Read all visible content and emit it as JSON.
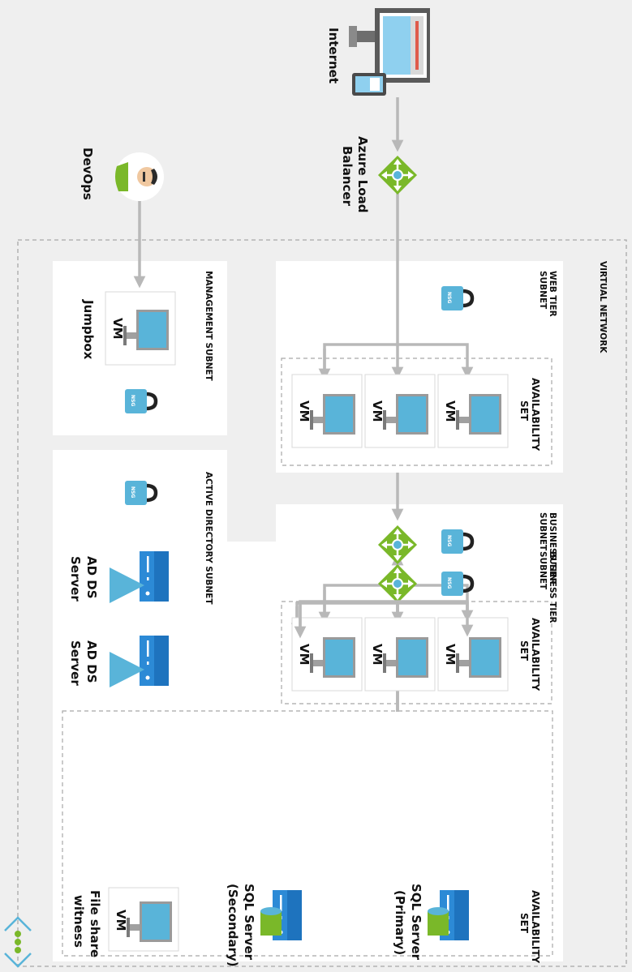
{
  "internet": {
    "label": "Internet"
  },
  "load_balancer": {
    "line1": "Azure Load",
    "line2": "Balancer"
  },
  "devops": {
    "label": "DevOps"
  },
  "vnet": {
    "label": "VIRTUAL NETWORK"
  },
  "web_tier": {
    "title_line1": "WEB TIER",
    "title_line2": "SUBNET",
    "availability_line1": "AVAILABILITY",
    "availability_line2": "SET",
    "vms": [
      "VM",
      "VM",
      "VM"
    ],
    "nsg": "NSG"
  },
  "business_tier": {
    "title_line1": "BUSINESS TIER",
    "title_line2": "SUBNET",
    "availability_line1": "AVAILABILITY",
    "availability_line2": "SET",
    "vms": [
      "VM",
      "VM",
      "VM"
    ],
    "nsg": "NSG"
  },
  "data_tier": {
    "title_line1": "BUSINESS TIER",
    "title_line2": "SUBNET",
    "availability_line1": "AVAILABILITY",
    "availability_line2": "SET",
    "nsg": "NSG",
    "sql_primary_line1": "SQL Server",
    "sql_primary_line2": "(Primary)",
    "sql_secondary_line1": "SQL Server",
    "sql_secondary_line2": "(Secondary)",
    "witness_vm": "VM",
    "witness_line1": "File share",
    "witness_line2": "witness"
  },
  "management": {
    "title": "MANAGEMENT SUBNET",
    "vm": "VM",
    "jumpbox": "Jumpbox",
    "nsg": "NSG"
  },
  "active_directory": {
    "title": "ACTIVE DIRECTORY SUBNET",
    "nsg": "NSG",
    "server1_line1": "AD DS",
    "server1_line2": "Server",
    "server2_line1": "AD DS",
    "server2_line2": "Server"
  },
  "colors": {
    "arrow": "#b8b8b8",
    "vm_screen": "#59b4d9",
    "lb_green": "#7ab829",
    "server_blue": "#1e73be"
  }
}
